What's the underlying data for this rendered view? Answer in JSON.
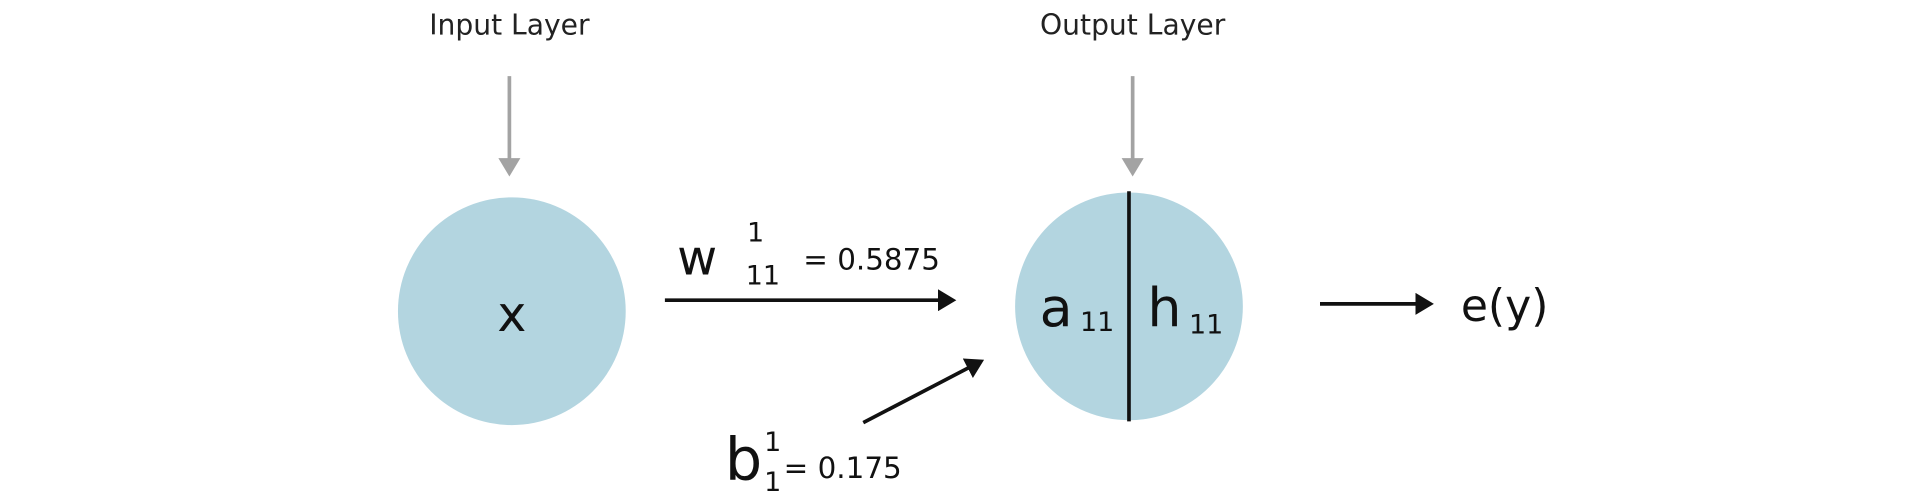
{
  "layers": {
    "input_label": "Input Layer",
    "output_label": "Output Layer"
  },
  "input_node": {
    "label": "x"
  },
  "weight": {
    "symbol": "w",
    "superscript": "1",
    "subscript": "11",
    "value_text": "= 0.5875"
  },
  "bias": {
    "symbol": "b",
    "superscript": "1",
    "subscript": "1",
    "value_text": "= 0.175"
  },
  "output_node": {
    "pre_activation": {
      "symbol": "a",
      "subscript": "11"
    },
    "activation": {
      "symbol": "h",
      "subscript": "11"
    }
  },
  "output": {
    "label": "e(y)"
  },
  "colors": {
    "node_fill": "#b3d5e0",
    "arrow": "#111111",
    "layer_arrow": "#a3a3a3"
  }
}
